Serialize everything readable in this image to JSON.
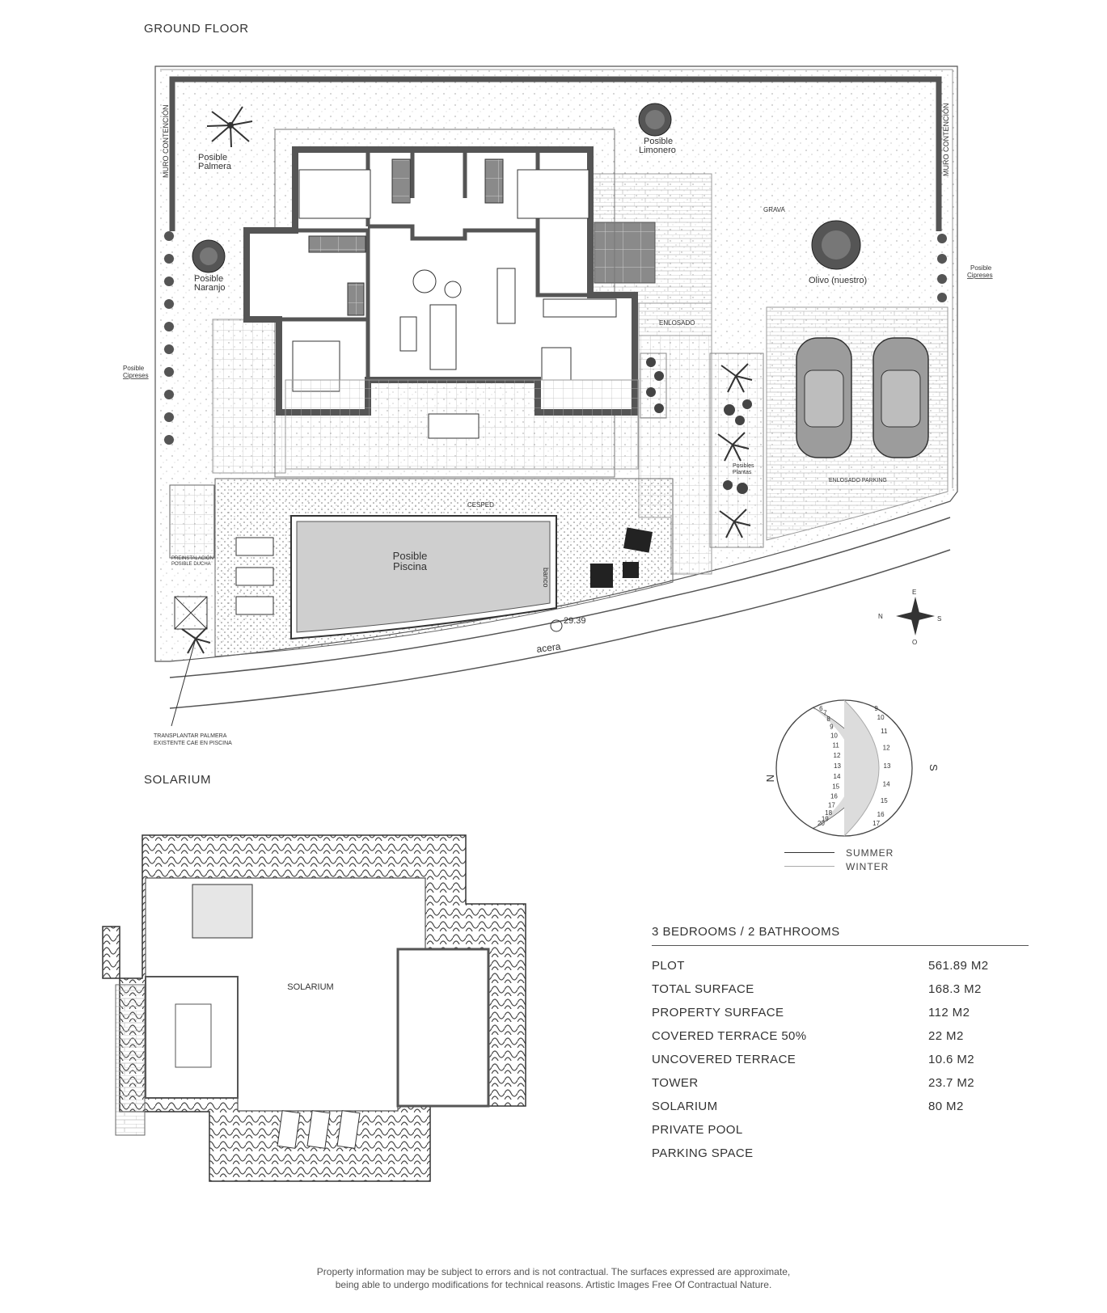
{
  "headings": {
    "ground_floor": "GROUND FLOOR",
    "solarium": "SOLARIUM"
  },
  "plan_labels": {
    "muro_left": "MURO CONTENCIÓN",
    "muro_right": "MURO CONTENCIÓN",
    "palmera": "Posible\nPalmera",
    "limonero": "Posible\nLimonero",
    "naranjo": "Posible\nNaranjo",
    "olivo": "Olivo (nuestro)",
    "cipreses_left": "Posible\nCipreses",
    "cipreses_right": "Posible\nCipreses",
    "grava": "GRAVA",
    "enlosado": "ENLOSADO",
    "enlosado_parking": "ENLOSADO PARKING",
    "cesped": "CESPED",
    "piscina": "Posible\nPiscina",
    "banco": "banco",
    "plantas": "Posibles\nPlantas",
    "level": "29.39",
    "acera": "acera",
    "preinstalacion": "PREINSTALACIÓN\nPOSIBLE DUCHA",
    "transplantar": "TRANSPLANTAR PALMERA\nEXISTENTE  CAE EN PISCINA",
    "solarium_room": "SOLARIUM"
  },
  "compass": {
    "n": "N",
    "s": "S",
    "e": "E",
    "o": "O"
  },
  "sun_chart": {
    "n": "N",
    "s": "S",
    "hours_summer": [
      "6",
      "7",
      "8",
      "9",
      "10",
      "11",
      "12",
      "13",
      "14",
      "15",
      "16",
      "17",
      "18",
      "19",
      "20"
    ],
    "hours_winter": [
      "9",
      "10",
      "11",
      "12",
      "13",
      "14",
      "15",
      "16",
      "17"
    ]
  },
  "legend": {
    "summer": "SUMMER",
    "winter": "WINTER"
  },
  "specs": {
    "title": "3 BEDROOMS / 2 BATHROOMS",
    "rows": [
      {
        "label": "PLOT",
        "value": "561.89 M2"
      },
      {
        "label": "TOTAL SURFACE",
        "value": "168.3 M2"
      },
      {
        "label": "PROPERTY SURFACE",
        "value": "112 M2"
      },
      {
        "label": "COVERED TERRACE 50%",
        "value": "22 M2"
      },
      {
        "label": "UNCOVERED TERRACE",
        "value": "10.6 M2"
      },
      {
        "label": "TOWER",
        "value": "23.7 M2"
      },
      {
        "label": "SOLARIUM",
        "value": "80 M2"
      },
      {
        "label": "PRIVATE POOL",
        "value": ""
      },
      {
        "label": "PARKING SPACE",
        "value": ""
      }
    ]
  },
  "disclaimer": {
    "line1": "Property information may be subject to errors and is not contractual. The surfaces expressed are approximate,",
    "line2": "being able to undergo modifications for technical reasons. Artistic Images Free Of Contractual Nature."
  }
}
